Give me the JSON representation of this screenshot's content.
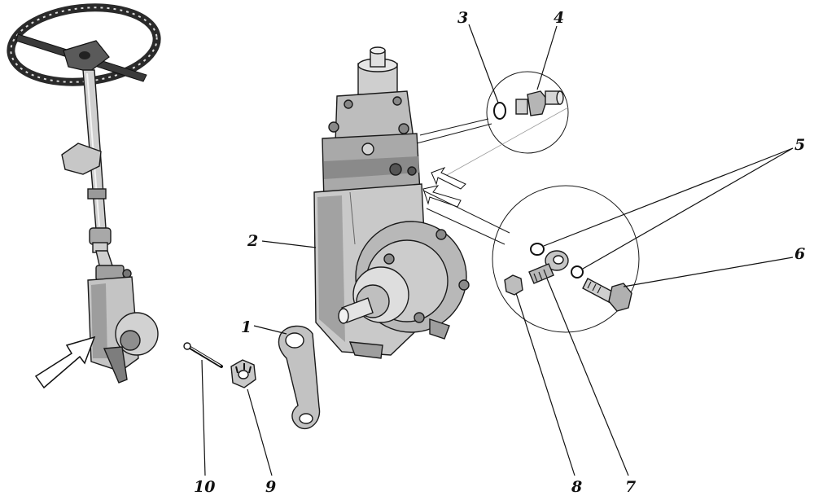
{
  "callouts": [
    {
      "label": "1"
    },
    {
      "label": "2"
    },
    {
      "label": "3"
    },
    {
      "label": "4"
    },
    {
      "label": "5"
    },
    {
      "label": "6"
    },
    {
      "label": "7"
    },
    {
      "label": "8"
    },
    {
      "label": "9"
    },
    {
      "label": "10"
    }
  ],
  "colors": {
    "line": "#1a1a1a",
    "metal_light": "#d9d9d9",
    "metal_mid": "#b3b3b3",
    "metal_dark": "#7a7a7a"
  }
}
